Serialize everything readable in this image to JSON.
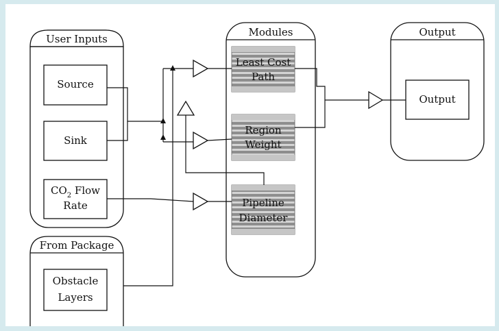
{
  "colors": {
    "frame_bg": "#d6eaee",
    "panel_fill": "#ffffff",
    "stroke": "#111111",
    "header_fill": "#ffffff",
    "module_tile_gray": "#a9a9a9"
  },
  "groups": {
    "user_inputs": {
      "title": "User Inputs"
    },
    "modules": {
      "title": "Modules"
    },
    "output": {
      "title": "Output"
    },
    "from_package": {
      "title": "From Package"
    }
  },
  "boxes": {
    "source": "Source",
    "sink": "Sink",
    "co2_flow_rate": {
      "line1_a": "CO",
      "line1_sub": "2",
      "line1_b": " Flow",
      "line2": "Rate"
    },
    "obstacle_layers": {
      "line1": "Obstacle",
      "line2": "Layers"
    },
    "output": "Output"
  },
  "modules": {
    "least_cost_path": {
      "line1": "Least Cost",
      "line2": "Path"
    },
    "region_weight": {
      "line1": "Region",
      "line2": "Weight"
    },
    "pipeline_diameter": {
      "line1": "Pipeline",
      "line2": "Diameter"
    }
  },
  "icons": {
    "connector": "triangle-buffer-icon",
    "module_tile": "module-window-icon"
  }
}
